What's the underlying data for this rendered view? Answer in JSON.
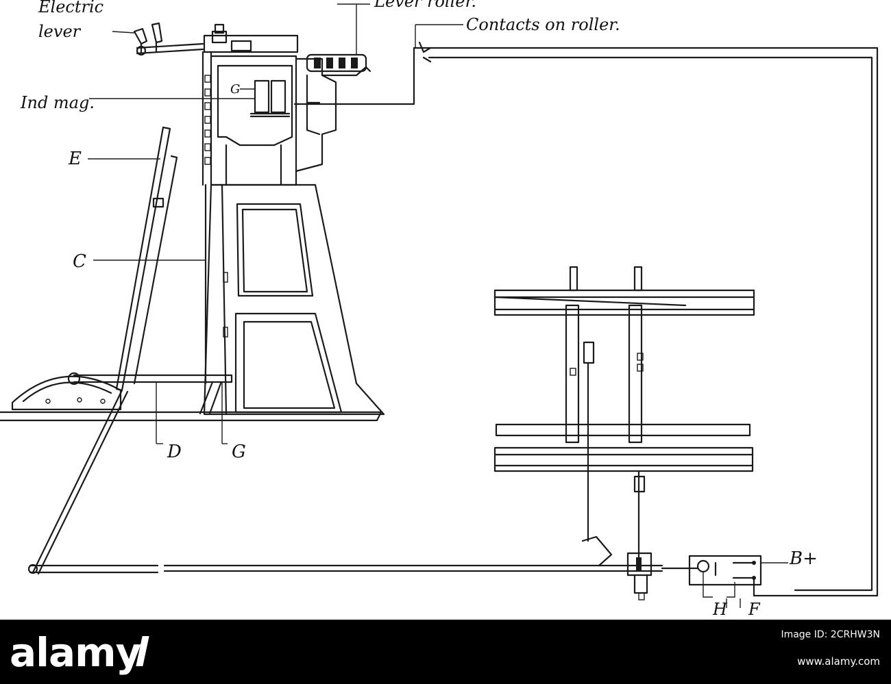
{
  "labels": {
    "electric_lever_1": "Electric",
    "electric_lever_2": "lever",
    "lever_roller": "Lever roller.",
    "contacts_on_roller": "Contacts on roller.",
    "ind_mag": "Ind mag.",
    "g_top": "G",
    "e": "E",
    "c": "C",
    "d": "D",
    "g_bottom": "G",
    "b_plus": "B+",
    "h": "H",
    "f": "F"
  },
  "watermark": {
    "brand": "alamy",
    "image_id_label": "Image ID: 2CRHW3N",
    "url": "www.alamy.com"
  }
}
